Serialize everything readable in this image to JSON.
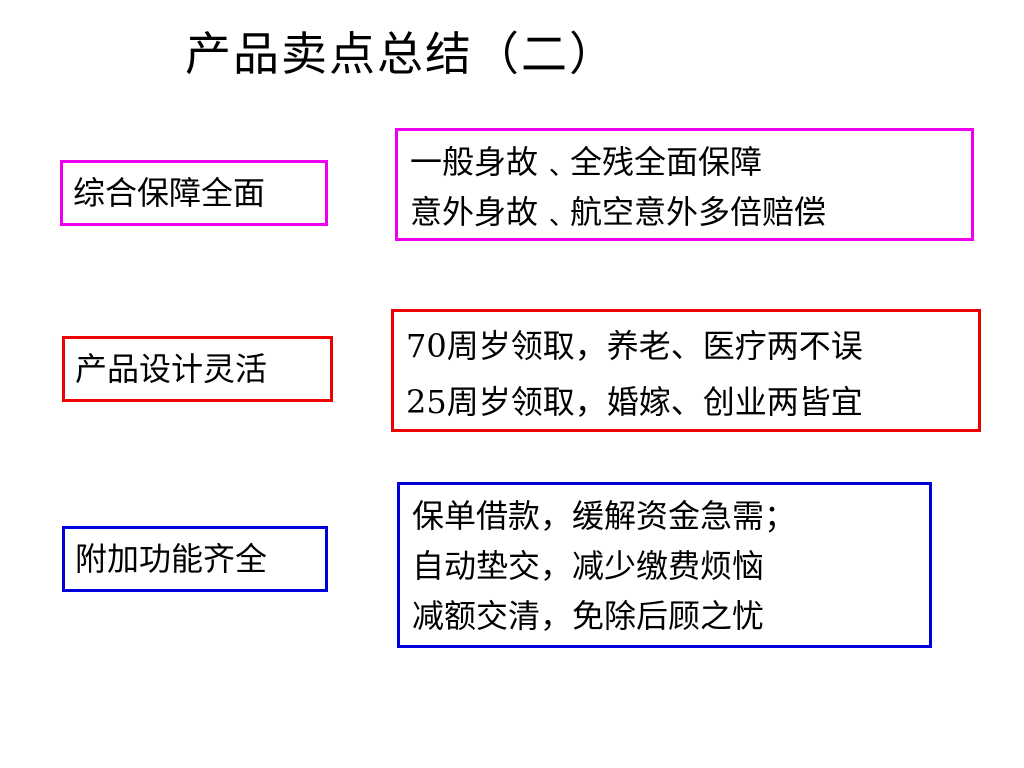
{
  "title": "产品卖点总结（二）",
  "colors": {
    "magenta": "#ee00ee",
    "red": "#ee0000",
    "blue": "#0000dd"
  },
  "rows": [
    {
      "label": "综合保障全面",
      "lines": [
        "一般身故﹑全残全面保障",
        "意外身故﹑航空意外多倍赔偿"
      ]
    },
    {
      "label": "产品设计灵活",
      "lines": [
        "70周岁领取，养老、医疗两不误",
        "25周岁领取，婚嫁、创业两皆宜"
      ]
    },
    {
      "label": "附加功能齐全",
      "lines": [
        "保单借款，缓解资金急需；",
        "自动垫交，减少缴费烦恼",
        "减额交清，免除后顾之忧"
      ]
    }
  ]
}
